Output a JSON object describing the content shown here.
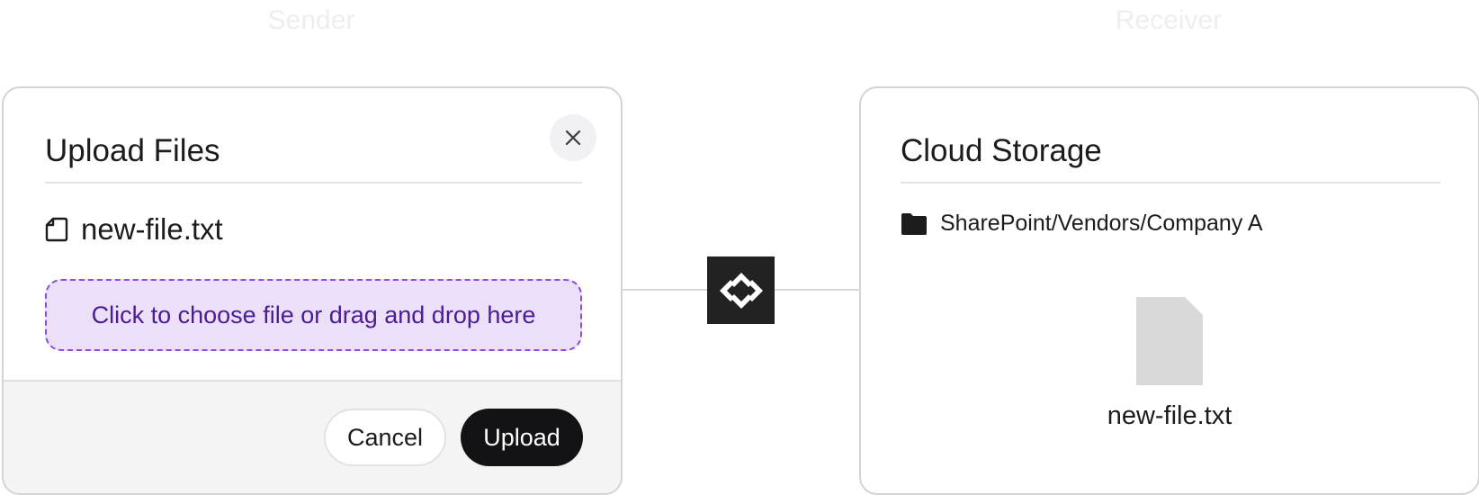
{
  "captions": {
    "sender": "Sender",
    "receiver": "Receiver"
  },
  "upload_dialog": {
    "title": "Upload Files",
    "close_icon": "close-icon",
    "file_icon": "file-icon",
    "file_name": "new-file.txt",
    "dropzone_text": "Click to choose file or drag and drop here",
    "cancel_label": "Cancel",
    "upload_label": "Upload"
  },
  "hub": {
    "icon": "connector-diamond-icon"
  },
  "cloud_storage": {
    "title": "Cloud Storage",
    "folder_icon": "folder-icon",
    "folder_path": "SharePoint/Vendors/Company A",
    "document_icon": "document-icon",
    "stored_file_name": "new-file.txt"
  },
  "colors": {
    "dropzone_bg": "#ebdff9",
    "dropzone_border": "#8c4fdc",
    "dropzone_text": "#4a1c96",
    "primary_button": "#131316",
    "hub_bg": "#222222"
  }
}
